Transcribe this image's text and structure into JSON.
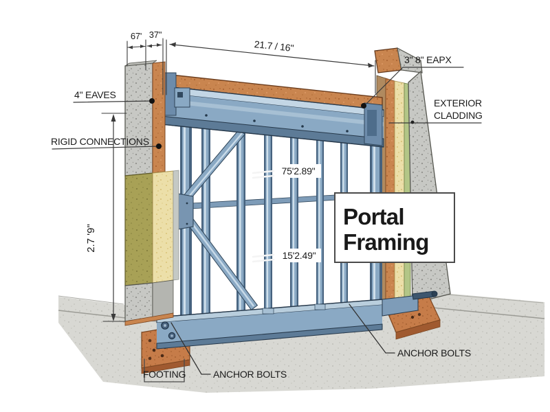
{
  "title": "Portal Framing technical illustration",
  "title_box": {
    "line1": "Portal",
    "line2": "Framing"
  },
  "labels": {
    "dim_small_left": "67'",
    "dim_small_right": "37\"",
    "dim_top_span": "21.7 / 16\"",
    "eapx": "3\" 8\" EAPX",
    "eaves": "4\" EAVES",
    "rigid_connections": "RIGID CONNECTIONS",
    "height_dim": "2.7 '9\"",
    "dim_mid_upper": "75'2.89\"",
    "dim_mid_lower": "15'2.49\"",
    "exterior_line1": "EXTERIOR",
    "exterior_line2": "CLADDING",
    "footing": "FOOTING",
    "anchor_bolts_left": "ANCHOR BOLTS",
    "anchor_bolts_right": "ANCHOR BOLTS"
  },
  "colors": {
    "steel_mid": "#8aa9c4",
    "steel_light": "#cfdfeb",
    "steel_dark": "#46627e",
    "steel_outline": "#26384a",
    "wood": "#c9854f",
    "concrete": "#c7c8c4",
    "ground": "#d8d8d3",
    "insulation_olive": "#a8a156",
    "insulation_cream": "#ecdfa9",
    "cladding_green": "#b3c687",
    "footing_orange": "#c67c49",
    "annotation": "#333333",
    "background": "#ffffff"
  }
}
